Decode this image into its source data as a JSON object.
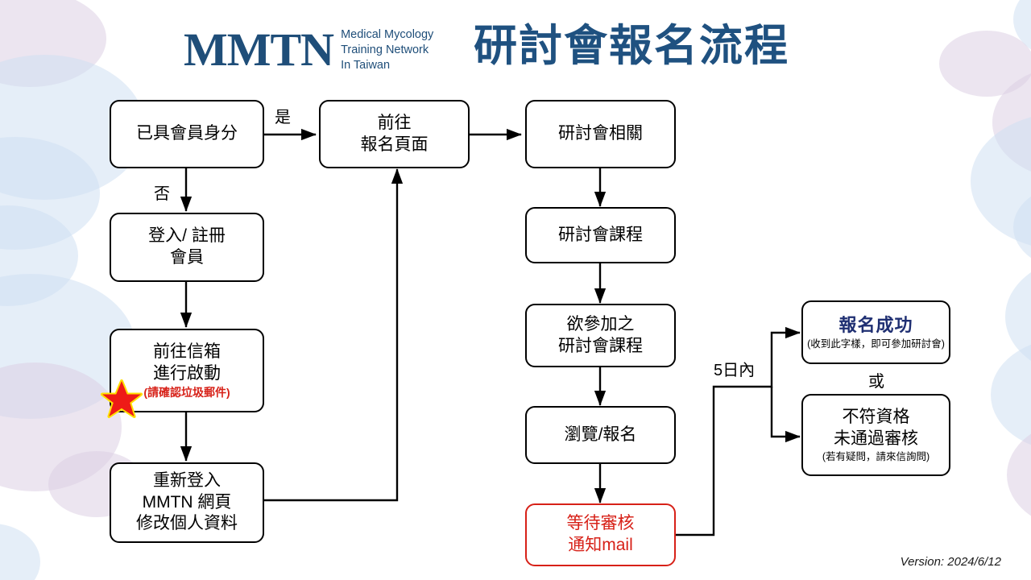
{
  "header": {
    "logo_mark": "MMTN",
    "logo_subtitle_lines": [
      "Medical Mycology",
      "Training Network",
      "In Taiwan"
    ],
    "title": "研討會報名流程",
    "brand_color": "#1f4e79",
    "title_color": "#1f5180"
  },
  "nodes": {
    "is_member": {
      "line1": "已具會員身分"
    },
    "register_login": {
      "line1": "登入/ 註冊",
      "line2": "會員"
    },
    "goto_mailbox": {
      "line1": "前往信箱",
      "line2": "進行啟動",
      "note": "(請確認垃圾郵件)",
      "note_color": "#d72118",
      "icon": "red-star"
    },
    "relogin": {
      "line1": "重新登入",
      "line2": "MMTN 網頁",
      "line3": "修改個人資料"
    },
    "goto_signup_page": {
      "line1": "前往",
      "line2": "報名頁面"
    },
    "seminar_related": {
      "line1": "研討會相關"
    },
    "seminar_course": {
      "line1": "研討會課程"
    },
    "desired_course": {
      "line1": "欲參加之",
      "line2": "研討會課程"
    },
    "browse_signup": {
      "line1": "瀏覽/報名"
    },
    "waiting_review": {
      "line1": "等待審核",
      "line2": "通知mail",
      "color": "#d72118"
    },
    "success": {
      "line1": "報名成功",
      "note": "(收到此字樣，即可參加研討會)",
      "title_color": "#1f2f72"
    },
    "rejected": {
      "line1": "不符資格",
      "line2": "未通過審核",
      "note": "(若有疑問，請來信詢問)"
    }
  },
  "edge_labels": {
    "yes": "是",
    "no": "否",
    "within_5_days": "5日內",
    "or": "或"
  },
  "footer": {
    "version": "Version: 2024/6/12"
  },
  "palette": {
    "box_border": "#000000",
    "red": "#d72118",
    "navy": "#1f2f72",
    "blob_blue": "#cfe0f2",
    "blob_lavender": "#ddd0e4"
  }
}
